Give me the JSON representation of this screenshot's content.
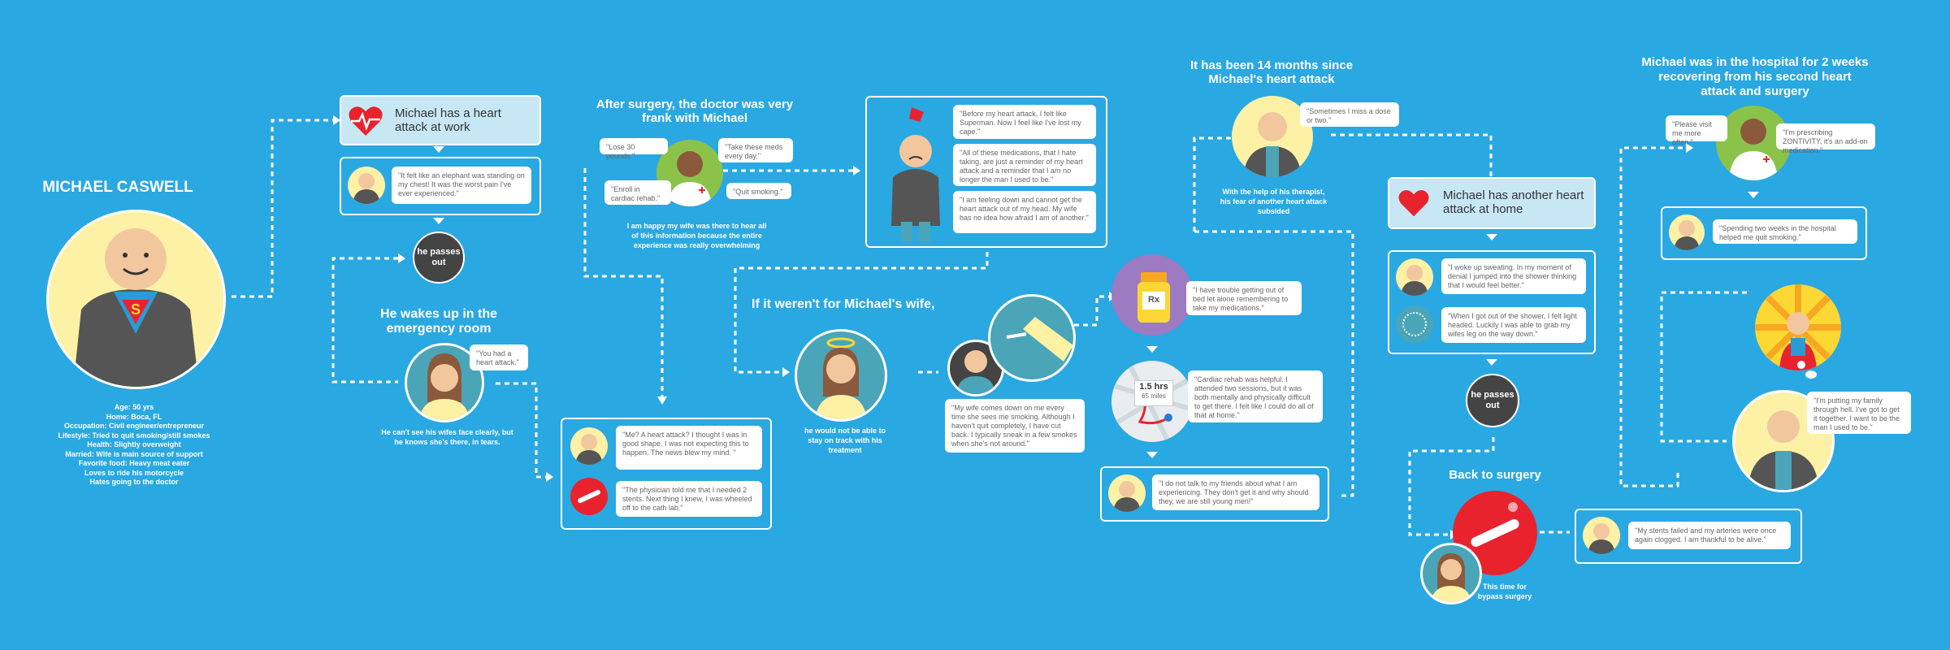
{
  "colors": {
    "background": "#2aa8e2",
    "panel_light": "#c8e7f5",
    "heart": "#e8232e",
    "dark_node": "#444444"
  },
  "profile": {
    "name": "MICHAEL CASWELL",
    "lines": [
      {
        "k": "Age:",
        "v": "50 yrs"
      },
      {
        "k": "Home:",
        "v": "Boca, FL"
      },
      {
        "k": "Occupation:",
        "v": "Civil engineer/entrepreneur"
      },
      {
        "k": "Lifestyle:",
        "v": "Tried to quit smoking/still smokes"
      },
      {
        "k": "Health:",
        "v": "Slightly overweight"
      },
      {
        "k": "Married:",
        "v": "Wife is main source of support"
      },
      {
        "k": "Favorite food:",
        "v": "Heavy meat eater"
      },
      {
        "k": "",
        "v": "Loves to ride his motorcycle"
      },
      {
        "k": "",
        "v": "Hates going to the doctor"
      }
    ]
  },
  "s1": {
    "header": "Michael has a heart attack at work",
    "quote": "\"It felt like an elephant was standing on my chest! It was the worst pain I've ever experienced.\"",
    "passes_out": "he passes out",
    "wakes_title": "He wakes up in the emergency room",
    "wife_quote": "\"You had a heart attack.\"",
    "wife_note": "He can't see his wifes face clearly, but he knows she's there, in tears."
  },
  "s2": {
    "quote1": "\"Me? A heart attack? I thought I was in good shape. I was not expecting this to happen. The news blew my mind. \"",
    "quote2": "\"The physician told me that I needed 2 stents. Next thing I knew, I was wheeled off to the cath lab.\""
  },
  "s3": {
    "title": "After surgery, the doctor was very frank with Michael",
    "b1": "\"Lose 30 pounds.\"",
    "b2": "\"Take these meds every day.\"",
    "b3": "\"Enroll in cardiac rehab.\"",
    "b4": "\"Quit smoking.\"",
    "note": "I am happy my wife was there to hear all of this information because the entire experience was really overwhelming"
  },
  "s4": {
    "q1": "\"Before my heart attack, I felt like Superman. Now I feel like I've lost my cape.\"",
    "q2": "\"All of these medications, that I hate taking, are just a reminder of my heart attack and a reminder that I am no longer the man I used to be.\"",
    "q3": "\"I am feeling down and cannot get the heart attack out of my head. My wife has no idea how afraid I am of another.\""
  },
  "s5": {
    "title": "If it weren't for Michael's wife,",
    "note": "he would not be able to stay on track with his treatment",
    "quote": "\"My wife comes down on me every time she sees me smoking. Although I haven't quit completely, I have cut back. I typically sneak in a few smokes when she's not around.\""
  },
  "s6": {
    "rx": "Rx",
    "q1": "\"I have trouble getting out of bed let alone remembering to take my medications.\"",
    "map_time": "1.5 hrs",
    "map_dist": "65 miles",
    "q2": "\"Cardiac rehab was helpful. I attended two sessions, but it was both mentally and physically difficult to get there. I felt like I could do all of that at home.\"",
    "q3": "\"I do not talk to my friends about what I am experiencing. They don't get it and why should they, we are still young men!\""
  },
  "s7": {
    "title": "It has been 14 months since Michael's heart attack",
    "quote": "\"Sometimes I miss a dose or two.\"",
    "note": "With the help of his therapist, his fear of another heart attack subsided",
    "header": "Michael has another heart attack at home",
    "q1": "\"I woke up sweating. In my moment of denial I jumped into the shower thinking that I would feel better.\"",
    "q2": "\"When I got out of the shower, I felt light headed. Luckily I was able to grab my wifes leg on the way down.\"",
    "passes_out": "he passes out",
    "back_title": "Back to surgery",
    "bypass_note": "This time for bypass surgery",
    "stent_quote": "\"My stents failed and my arteries were once again clogged. I am thankful to be alive.\""
  },
  "s8": {
    "title": "Michael was in the hospital for 2 weeks recovering from his second heart attack and surgery",
    "doc1": "\"Please visit me more often.\"",
    "doc2": "\"I'm prescribing ZONTIVITY, it's an add-on medication.\"",
    "quote": "\"Spending two weeks in the hospital helped me quit smoking.\"",
    "final": "\"I'm putting my family through hell. I've got to get it together. I want to be the man I used to be.\""
  }
}
